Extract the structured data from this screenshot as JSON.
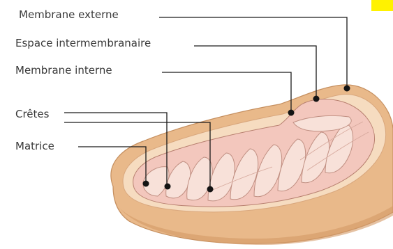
{
  "labels": {
    "outer_membrane": "Membrane externe",
    "intermembrane_space": "Espace intermembranaire",
    "inner_membrane": "Membrane interne",
    "cristae": "Crêtes",
    "matrix": "Matrice"
  },
  "colors": {
    "outer_membrane": "#e9b98a",
    "outer_membrane_shade": "#dca676",
    "intermembrane_space": "#f6dcc0",
    "inner_membrane": "#f3c7bd",
    "matrix": "#f8e1d9",
    "cristae": "#f4d6cf",
    "leader_lines": "#1a1a1a",
    "highlight": "#fff200"
  }
}
